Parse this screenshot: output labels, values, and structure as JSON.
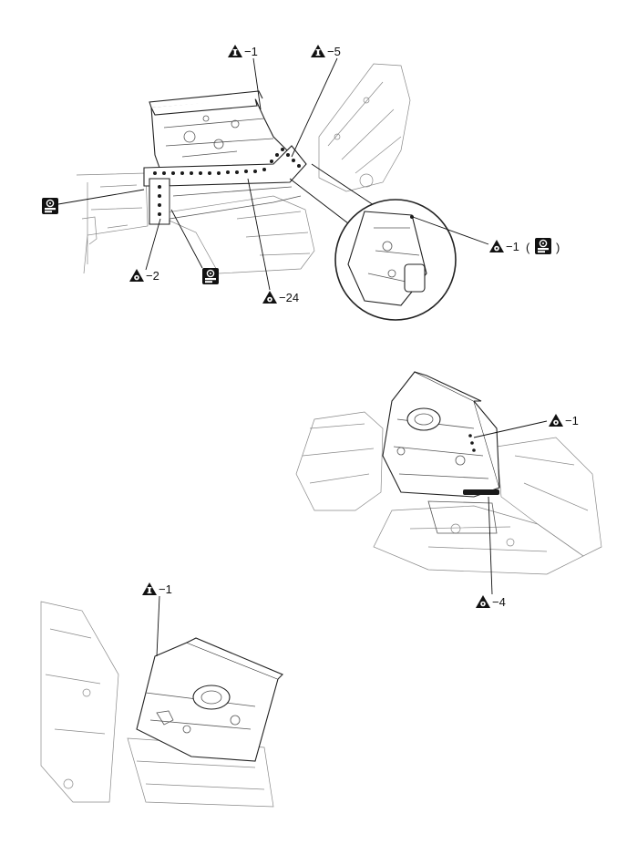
{
  "callouts": [
    {
      "symbol": "triangle-i",
      "text": "−1"
    },
    {
      "symbol": "triangle-i",
      "text": "−5"
    },
    {
      "symbol": "triangle-dot",
      "text": "−1"
    },
    {
      "symbol": "triangle-dot",
      "text": "−2"
    },
    {
      "symbol": "triangle-dot",
      "text": "−24"
    },
    {
      "symbol": "triangle-dot",
      "text": "−1"
    },
    {
      "symbol": "triangle-dot",
      "text": "−4"
    },
    {
      "symbol": "triangle-i",
      "text": "−1"
    }
  ],
  "paren_open": "(",
  "paren_close": ")",
  "icons": {
    "tool": "spot-weld-tool-icon",
    "warn_i": "triangle-i-icon",
    "warn_dot": "triangle-dot-icon"
  },
  "colors": {
    "line": "#222222",
    "weld": "#1a1a1a",
    "background": "#ffffff"
  }
}
